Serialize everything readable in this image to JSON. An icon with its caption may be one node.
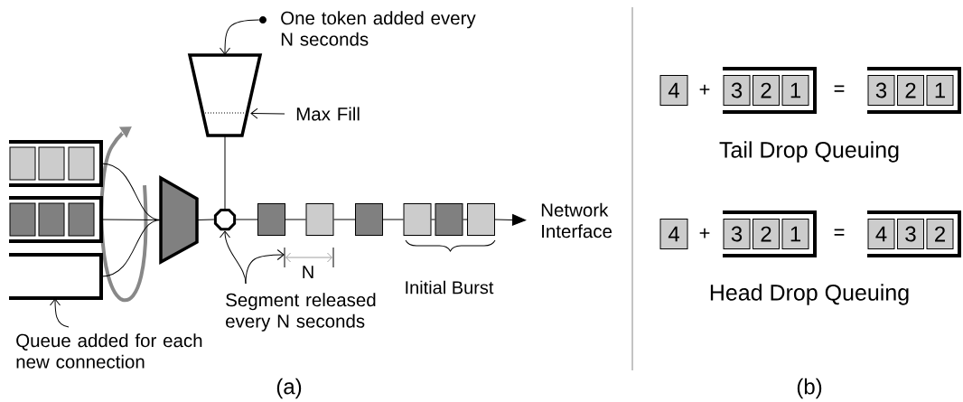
{
  "diagram": {
    "nodes": [
      {
        "text": [],
        "shape": "box"
      },
      {
        "text": [],
        "shape": "box",
        "in": 0
      },
      {
        "text": [],
        "shape": "box",
        "in": 0
      },
      {
        "text": [],
        "shape": "box",
        "in": 0
      },
      {
        "text": [],
        "shape": "box"
      },
      {
        "text": [],
        "shape": "box",
        "in": 4
      },
      {
        "text": [],
        "shape": "box",
        "in": 4
      },
      {
        "text": [],
        "shape": "box",
        "in": 4
      },
      {
        "text": [],
        "shape": "box"
      },
      {
        "text": [
          "Queue added for each new connection"
        ]
      },
      {
        "text": [],
        "shape": "trapezoid"
      },
      {
        "text": [
          "One token added every N seconds"
        ]
      },
      {
        "text": [],
        "shape": "trapezoid"
      },
      {
        "text": [
          "Max Fill"
        ]
      },
      {
        "text": [],
        "shape": "octagon"
      },
      {
        "text": [],
        "shape": "box"
      },
      {
        "text": [],
        "shape": "box"
      },
      {
        "text": [],
        "shape": "box"
      },
      {
        "text": [],
        "shape": "box"
      },
      {
        "text": [],
        "shape": "box"
      },
      {
        "text": [],
        "shape": "box"
      },
      {
        "text": [
          "Network Interface"
        ]
      },
      {
        "text": [
          "Segment released every N seconds"
        ]
      },
      {
        "text": [
          "4"
        ]
      },
      {
        "text": [],
        "shape": "box"
      },
      {
        "text": [
          "3"
        ],
        "in": 24
      },
      {
        "text": [
          "2"
        ],
        "in": 24
      },
      {
        "text": [
          "1"
        ],
        "in": 24
      },
      {
        "text": [],
        "shape": "box"
      },
      {
        "text": [
          "3"
        ],
        "in": 28
      },
      {
        "text": [
          "2"
        ],
        "in": 28
      },
      {
        "text": [
          "1"
        ],
        "in": 28
      },
      {
        "text": [
          "4"
        ]
      },
      {
        "text": [],
        "shape": "box"
      },
      {
        "text": [
          "3"
        ],
        "in": 33
      },
      {
        "text": [
          "2"
        ],
        "in": 33
      },
      {
        "text": [
          "1"
        ],
        "in": 33
      },
      {
        "text": [],
        "shape": "box"
      },
      {
        "text": [
          "4"
        ],
        "in": 37
      },
      {
        "text": [
          "3"
        ],
        "in": 37
      },
      {
        "text": [
          "2"
        ],
        "in": 37
      },
      {
        "text": [],
        "shape": "circle"
      }
    ],
    "edges": [
      {
        "from": 0,
        "to": 10,
        "arrow": "none"
      },
      {
        "from": 4,
        "to": 10,
        "arrow": "none"
      },
      {
        "from": 8,
        "to": 10,
        "arrow": "none"
      },
      {
        "from": 9,
        "to": 8,
        "arrow": "to"
      },
      {
        "from": 41,
        "to": 12,
        "arrow": "to"
      },
      {
        "from": 13,
        "to": 12,
        "arrow": "to"
      },
      {
        "from": 10,
        "to": 14,
        "arrow": "none"
      },
      {
        "from": 12,
        "to": 14,
        "arrow": "none"
      },
      {
        "from": 14,
        "to": 15,
        "arrow": "none"
      },
      {
        "from": 15,
        "to": 16,
        "arrow": "none"
      },
      {
        "from": 16,
        "to": 17,
        "arrow": "none"
      },
      {
        "from": 17,
        "to": 18,
        "arrow": "none"
      },
      {
        "from": 18,
        "to": 19,
        "arrow": "none"
      },
      {
        "from": 19,
        "to": 20,
        "arrow": "none"
      },
      {
        "from": 20,
        "to": 21,
        "arrow": "to"
      },
      {
        "from": 22,
        "to": 14,
        "arrow": "to"
      },
      {
        "from": 22,
        "to": null,
        "arrow": "to"
      }
    ],
    "labels": [
      "N",
      "Initial Burst",
      "+",
      "=",
      "Tail Drop Queuing",
      "+",
      "=",
      "Head Drop Queuing",
      "(a)",
      "(b)"
    ]
  }
}
